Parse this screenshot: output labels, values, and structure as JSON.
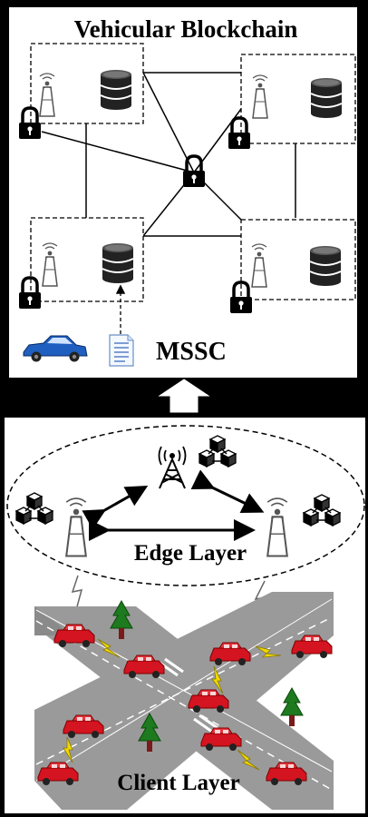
{
  "top_panel": {
    "title": "Vehicular Blockchain",
    "mssc_label": "MSSC",
    "nodes": [
      {
        "name": "node-top-left",
        "icons": [
          "antenna-tower-icon",
          "database-icon",
          "padlock-icon"
        ]
      },
      {
        "name": "node-top-right",
        "icons": [
          "antenna-tower-icon",
          "database-icon",
          "padlock-icon"
        ]
      },
      {
        "name": "node-bottom-left",
        "icons": [
          "antenna-tower-icon",
          "database-icon",
          "padlock-icon"
        ]
      },
      {
        "name": "node-bottom-right",
        "icons": [
          "antenna-tower-icon",
          "database-icon",
          "padlock-icon"
        ]
      }
    ],
    "center_icon": "padlock-icon",
    "car_icon": "car-icon",
    "document_icon": "document-icon"
  },
  "transition": {
    "icon": "up-arrow-icon"
  },
  "bottom_panel": {
    "edge_label": "Edge Layer",
    "client_label": "Client Layer",
    "edge_icons": [
      "cell-tower-icon",
      "antenna-tower-icon",
      "blockchain-cubes-icon"
    ],
    "colors": {
      "road": "#9a9a9a",
      "car": "#e0141e",
      "tree": "#1e7a1e",
      "trunk": "#7a1a1a",
      "lightning": "#f0d800"
    }
  }
}
